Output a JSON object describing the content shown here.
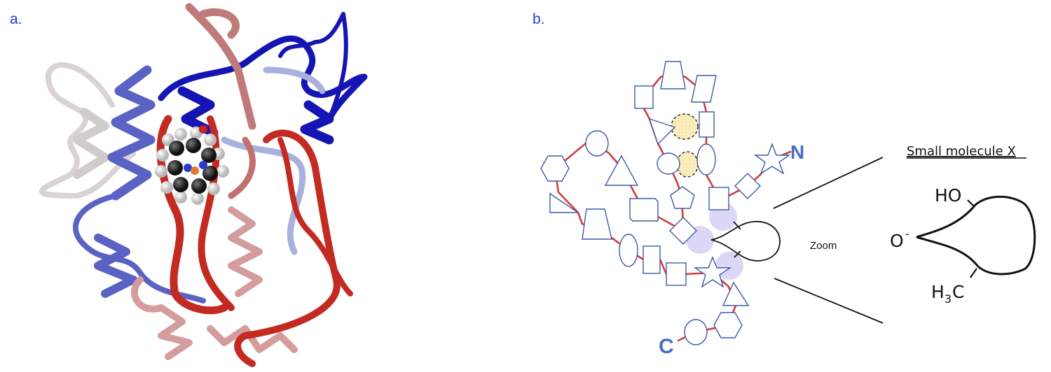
{
  "panels": {
    "a": {
      "label": "a."
    },
    "b": {
      "label": "b.",
      "n_terminus": "N",
      "c_terminus": "C",
      "zoom_label": "Zoom",
      "molecule_title": "Small molecule X",
      "groups": {
        "hydroxyl": "HO",
        "oxide": "O",
        "oxide_charge": "-",
        "methyl_h": "H",
        "methyl_sub": "3",
        "methyl_c": "C"
      }
    }
  },
  "colors": {
    "label_blue": "#1f3ed8",
    "terminus_blue": "#4a6cc8",
    "chain_red": "#d63a3a",
    "shape_outline": "#3c5aa6",
    "binding_site": "#dcd6f7",
    "hatched_fill": "#fbeec0"
  }
}
